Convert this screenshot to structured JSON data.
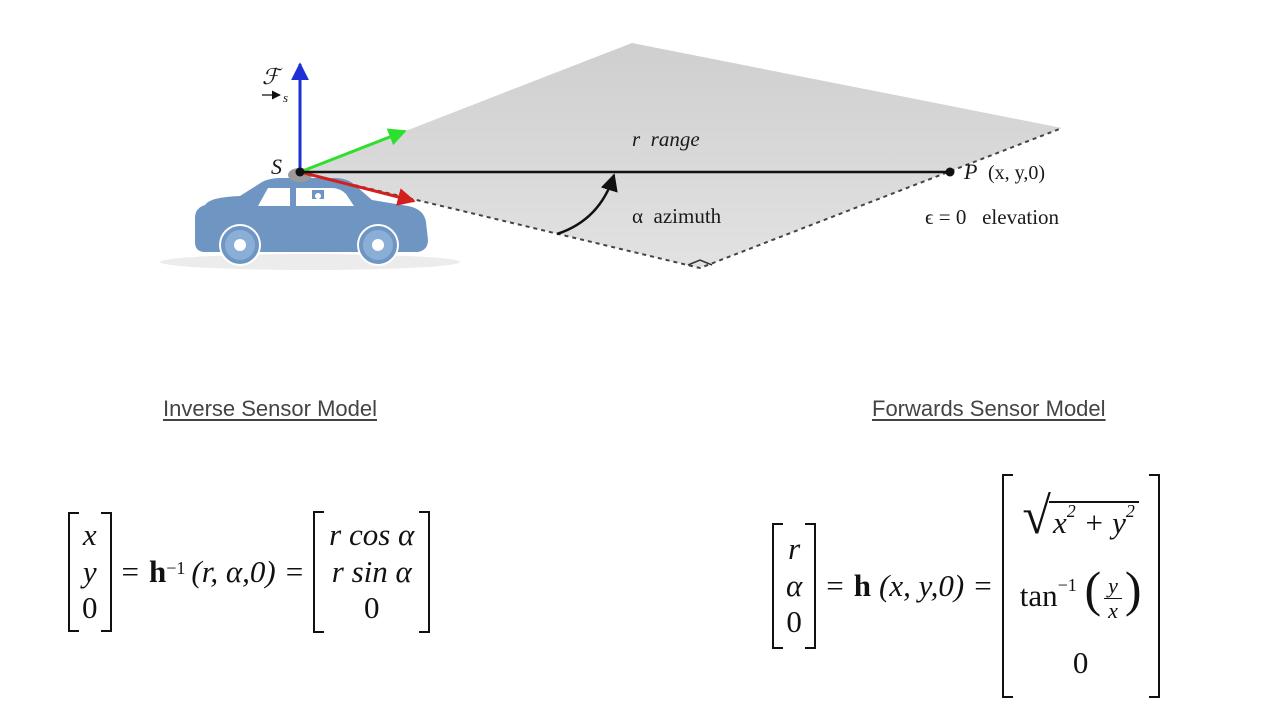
{
  "diagram": {
    "frame_label": "ℱ",
    "frame_subscript": "s",
    "sensor_label": "S",
    "range_label": "r  range",
    "azimuth_label": "α  azimuth",
    "point_label": "P",
    "point_coords": "(x, y,0)",
    "elevation_label": "ϵ = 0   elevation"
  },
  "colors": {
    "up_axis": "#1f2fd6",
    "green_axis": "#2ee02e",
    "red_axis": "#d41f1f",
    "plane": "#d4d4d4",
    "car": "#6f95c3"
  },
  "inverse": {
    "heading": "Inverse Sensor Model",
    "lhs": [
      "x",
      "y",
      "0"
    ],
    "eq1": "=",
    "func": "h",
    "func_sup": "−1",
    "args": "(r, α,0)",
    "eq2": "=",
    "rhs": [
      "r cos α",
      "r sin α",
      "0"
    ]
  },
  "forward": {
    "heading": "Forwards Sensor Model",
    "lhs": [
      "r",
      "α",
      "0"
    ],
    "eq1": "=",
    "func": "h",
    "args": "(x, y,0)",
    "eq2": "=",
    "sqrt_body": "x",
    "sqrt_sup1": "2",
    "sqrt_plus": " + y",
    "sqrt_sup2": "2",
    "tan": "tan",
    "tan_sup": "−1",
    "frac_num": "y",
    "frac_den": "x",
    "last": "0"
  }
}
